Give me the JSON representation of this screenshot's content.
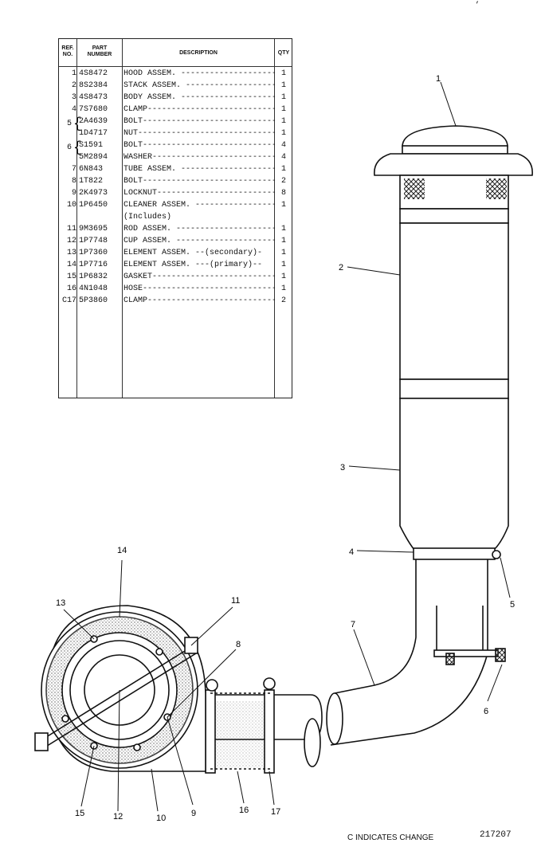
{
  "table": {
    "headers": {
      "ref": "REF. NO.",
      "part": "PART NUMBER",
      "desc": "DESCRIPTION",
      "qty": "QTY"
    },
    "rows": [
      {
        "ref": "1",
        "part": "4S8472",
        "desc": "HOOD ASSEM. ----------------------------",
        "qty": "1"
      },
      {
        "ref": "2",
        "part": "8S2384",
        "desc": "STACK ASSEM. ---------------------------",
        "qty": "1"
      },
      {
        "ref": "3",
        "part": "4S8473",
        "desc": "BODY ASSEM. ----------------------------",
        "qty": "1"
      },
      {
        "ref": "4",
        "part": "7S7680",
        "desc": "CLAMP-----------------------------------",
        "qty": "1"
      },
      {
        "ref": "",
        "part": "2A4639",
        "desc": "BOLT------------------------------------",
        "qty": "1"
      },
      {
        "ref": "",
        "part": "1D4717",
        "desc": "NUT-------------------------------------",
        "qty": "1"
      },
      {
        "ref": "",
        "part": "S1591",
        "desc": "BOLT------------------------------------",
        "qty": "4"
      },
      {
        "ref": "",
        "part": "5M2894",
        "desc": "WASHER----------------------------------",
        "qty": "4"
      },
      {
        "ref": "7",
        "part": "6N843",
        "desc": "TUBE ASSEM. ----------------------------",
        "qty": "1"
      },
      {
        "ref": "8",
        "part": "1T822",
        "desc": "BOLT------------------------------------",
        "qty": "2"
      },
      {
        "ref": "9",
        "part": "2K4973",
        "desc": "LOCKNUT---------------------------------",
        "qty": "8"
      },
      {
        "ref": "10",
        "part": "1P6450",
        "desc": "CLEANER ASSEM. -------------------------",
        "qty": "1"
      },
      {
        "ref": "",
        "part": "",
        "desc": "     (Includes)",
        "qty": ""
      },
      {
        "ref": "11",
        "part": "9M3695",
        "desc": "     ROD ASSEM. ------------------------",
        "qty": "1"
      },
      {
        "ref": "12",
        "part": "1P7748",
        "desc": "     CUP ASSEM. ------------------------",
        "qty": "1"
      },
      {
        "ref": "13",
        "part": "1P7360",
        "desc": "     ELEMENT ASSEM. --(secondary)-",
        "qty": "1"
      },
      {
        "ref": "14",
        "part": "1P7716",
        "desc": "     ELEMENT ASSEM. ---(primary)--",
        "qty": "1"
      },
      {
        "ref": "15",
        "part": "1P6832",
        "desc": "GASKET----------------------------------",
        "qty": "1"
      },
      {
        "ref": "16",
        "part": "4N1048",
        "desc": "HOSE------------------------------------",
        "qty": "1"
      },
      {
        "ref": "C17",
        "part": "5P3860",
        "desc": "CLAMP-----------------------------------",
        "qty": "2"
      }
    ],
    "group_refs": {
      "g5": "5",
      "g6": "6"
    }
  },
  "callouts": [
    "1",
    "2",
    "3",
    "4",
    "5",
    "6",
    "7",
    "8",
    "9",
    "10",
    "11",
    "12",
    "13",
    "14",
    "15",
    "16",
    "17"
  ],
  "footer": {
    "note": "C INDICATES CHANGE",
    "drawing_number": "217207"
  },
  "corner_mark": "’"
}
